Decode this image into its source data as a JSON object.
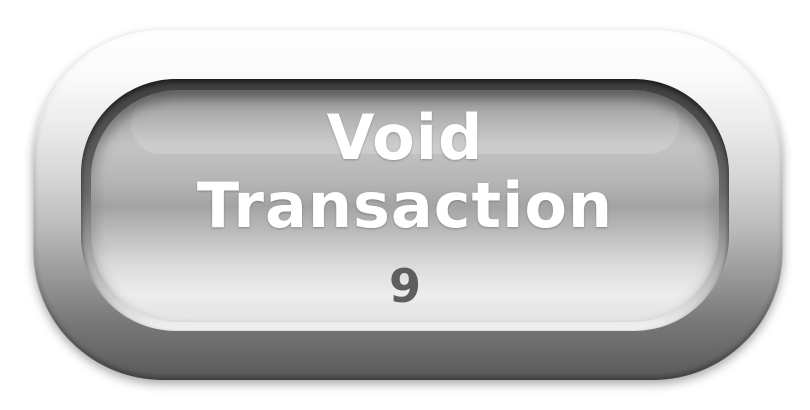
{
  "button": {
    "label_line1": "Void",
    "label_line2": "Transaction",
    "count": "9"
  }
}
